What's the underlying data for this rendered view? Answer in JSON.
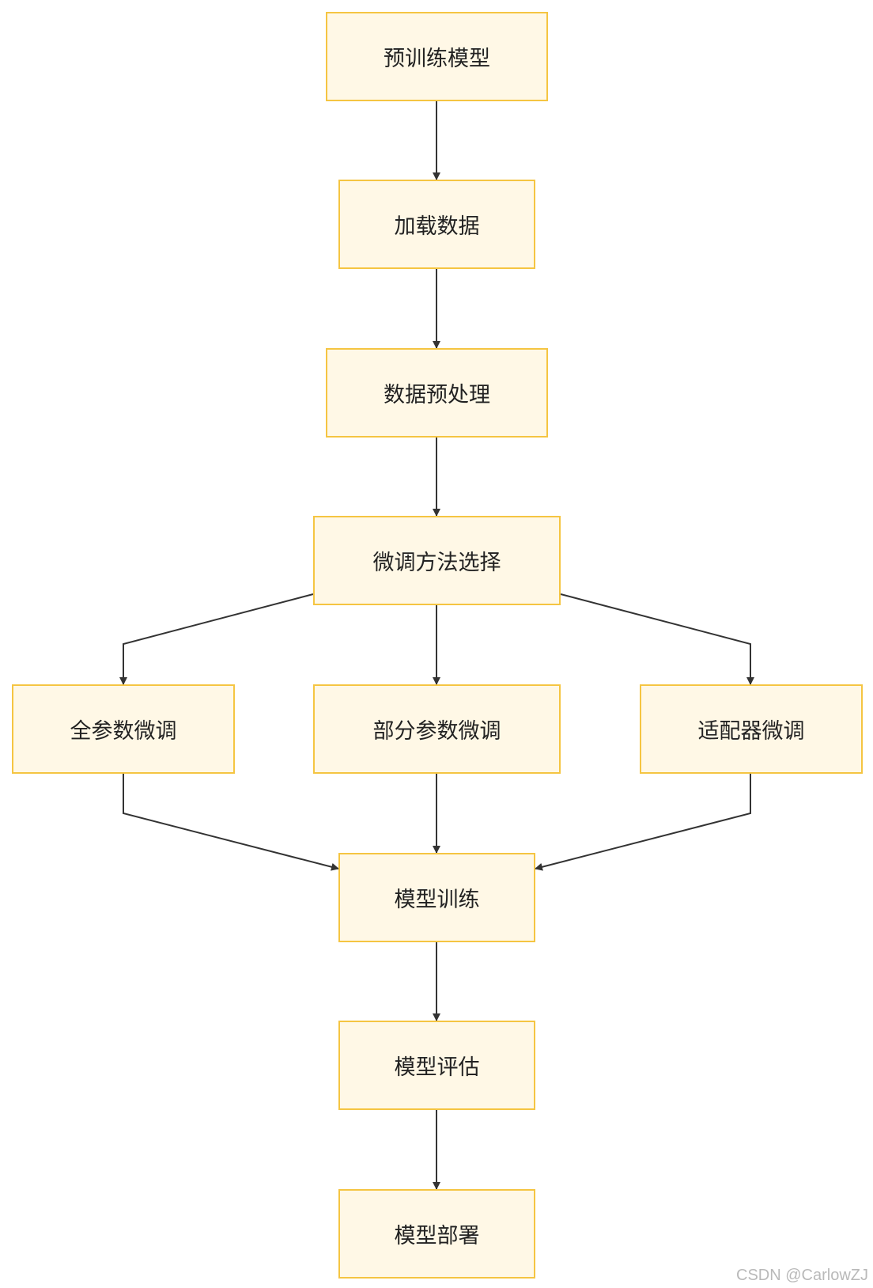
{
  "diagram": {
    "nodes": [
      {
        "id": "n1",
        "label": "预训练模型"
      },
      {
        "id": "n2",
        "label": "加载数据"
      },
      {
        "id": "n3",
        "label": "数据预处理"
      },
      {
        "id": "n4",
        "label": "微调方法选择"
      },
      {
        "id": "n5",
        "label": "全参数微调"
      },
      {
        "id": "n6",
        "label": "部分参数微调"
      },
      {
        "id": "n7",
        "label": "适配器微调"
      },
      {
        "id": "n8",
        "label": "模型训练"
      },
      {
        "id": "n9",
        "label": "模型评估"
      },
      {
        "id": "n10",
        "label": "模型部署"
      }
    ],
    "edges": [
      {
        "from": "n1",
        "to": "n2"
      },
      {
        "from": "n2",
        "to": "n3"
      },
      {
        "from": "n3",
        "to": "n4"
      },
      {
        "from": "n4",
        "to": "n5"
      },
      {
        "from": "n4",
        "to": "n6"
      },
      {
        "from": "n4",
        "to": "n7"
      },
      {
        "from": "n5",
        "to": "n8"
      },
      {
        "from": "n6",
        "to": "n8"
      },
      {
        "from": "n7",
        "to": "n8"
      },
      {
        "from": "n8",
        "to": "n9"
      },
      {
        "from": "n9",
        "to": "n10"
      }
    ],
    "colors": {
      "node_fill": "#fff8e6",
      "node_border": "#f5c542",
      "edge": "#333333"
    }
  },
  "watermark": "CSDN @CarlowZJ"
}
